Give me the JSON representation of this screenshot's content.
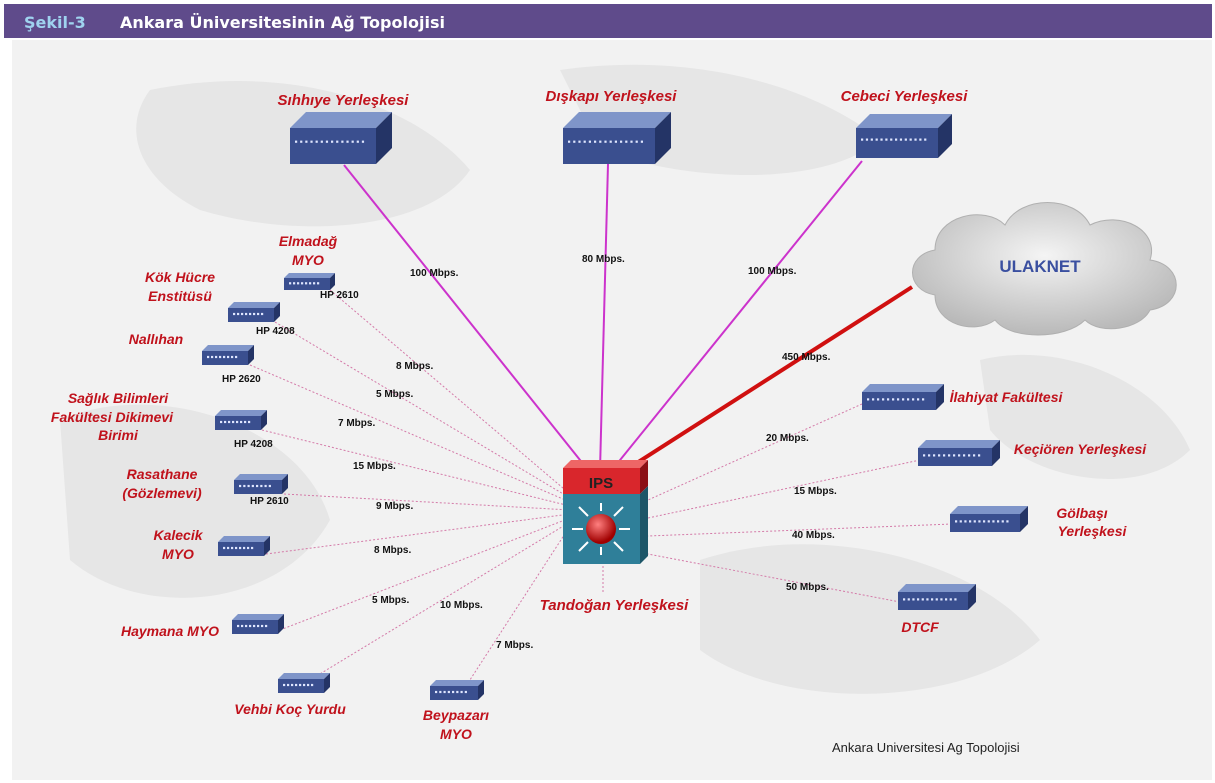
{
  "caption": {
    "number": "Şekil-3",
    "title": "Ankara Üniversitesinin Ağ Topolojisi"
  },
  "core": {
    "label": "IPS"
  },
  "cloud": {
    "label": "ULAKNET",
    "speed": "450 Mbps."
  },
  "campus_links": [
    {
      "label": "Sıhhıye Yerleşkesi",
      "speed": "100 Mbps."
    },
    {
      "label": "Dışkapı Yerleşkesi",
      "speed": "80 Mbps."
    },
    {
      "label": "Cebeci Yerleşkesi",
      "speed": "100 Mbps."
    }
  ],
  "left_sites": [
    {
      "label": [
        "Elmadağ",
        "MYO"
      ],
      "model": "HP 2610",
      "speed": "8 Mbps."
    },
    {
      "label": [
        "Kök Hücre",
        "Enstitüsü"
      ],
      "model": "HP 4208",
      "speed": "5 Mbps."
    },
    {
      "label": [
        "Nallıhan"
      ],
      "model": "HP 2620",
      "speed": "7 Mbps."
    },
    {
      "label": [
        "Sağlık Bilimleri",
        "Fakültesi Dikimevi",
        "Birimi"
      ],
      "model": "HP 4208",
      "speed": "15 Mbps."
    },
    {
      "label": [
        "Rasathane",
        "(Gözlemevi)"
      ],
      "model": "HP 2610",
      "speed": "9 Mbps."
    },
    {
      "label": [
        "Kalecik",
        "MYO"
      ],
      "model": "",
      "speed": "8 Mbps."
    },
    {
      "label": [
        "Haymana MYO"
      ],
      "model": "",
      "speed": "5 Mbps."
    },
    {
      "label": [
        "Vehbi Koç Yurdu"
      ],
      "model": "",
      "speed": "10 Mbps."
    },
    {
      "label": [
        "Beypazarı",
        "MYO"
      ],
      "model": "",
      "speed": "7 Mbps."
    }
  ],
  "right_sites": [
    {
      "label": [
        "İlahiyat Fakültesi"
      ],
      "speed": "20 Mbps."
    },
    {
      "label": [
        "Keçiören Yerleşkesi"
      ],
      "speed": "15 Mbps."
    },
    {
      "label": [
        "Gölbaşı",
        "Yerleşkesi"
      ],
      "speed": "40 Mbps."
    },
    {
      "label": [
        "DTCF"
      ],
      "speed": "50 Mbps."
    }
  ],
  "center_site": {
    "label": "Tandoğan Yerleşkesi"
  },
  "footer": "Ankara Universitesi Ag Topolojisi",
  "colors": {
    "caption_bar": "#5f4b8b",
    "caption_number": "#9fd3ef",
    "label": "#c0121c",
    "campus_link": "#cc33cc",
    "site_link": "#d47aa8",
    "ulaknet_link": "#d01010",
    "switch_face": "#3a4f8f",
    "ips_top": "#d9262c",
    "core_body": "#2f7f99"
  }
}
